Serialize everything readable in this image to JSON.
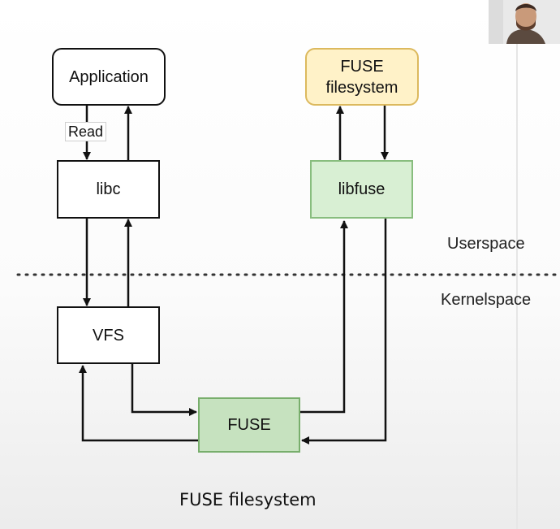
{
  "diagram": {
    "nodes": {
      "application": "Application",
      "libc": "libc",
      "vfs": "VFS",
      "fuse": "FUSE",
      "libfuse": "libfuse",
      "fuse_filesystem": "FUSE filesystem"
    },
    "edge_labels": {
      "read": "Read"
    },
    "regions": {
      "userspace": "Userspace",
      "kernelspace": "Kernelspace"
    },
    "caption": "FUSE filesystem"
  },
  "colors": {
    "fuse_filesystem_fill": "#fff2c8",
    "fuse_filesystem_border": "#dcb95e",
    "libfuse_fill": "#d8efd3",
    "fuse_fill": "#c6e2bf",
    "line": "#111111"
  }
}
